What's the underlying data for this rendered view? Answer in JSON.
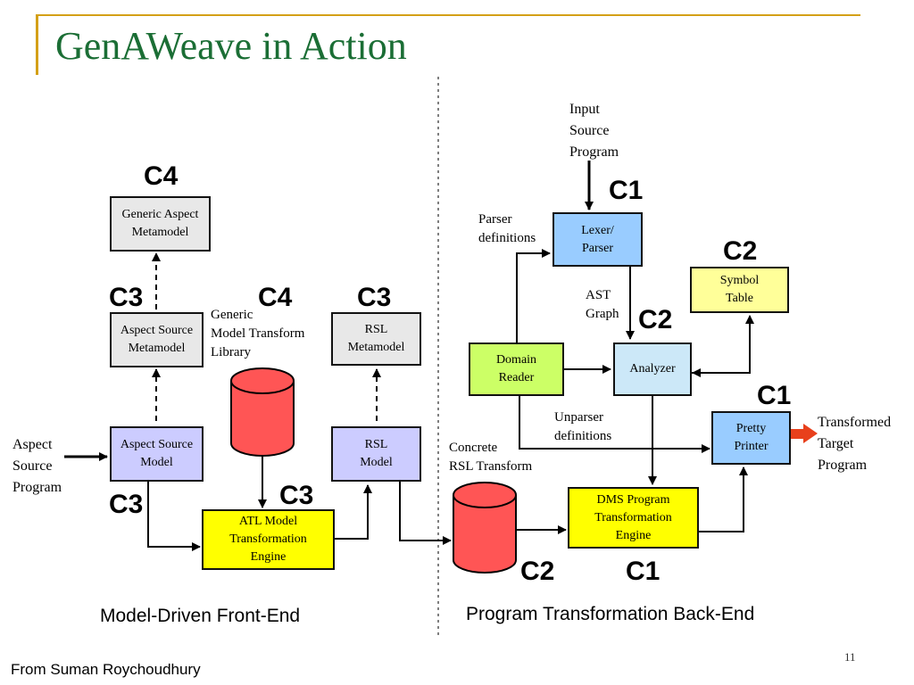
{
  "slide": {
    "title": "GenAWeave in Action",
    "page_number": "11",
    "footer": "From Suman Roychoudhury"
  },
  "sections": {
    "front_end": "Model-Driven Front-End",
    "back_end": "Program Transformation Back-End"
  },
  "boxes": {
    "generic_aspect_metamodel": "Generic Aspect\nMetamodel",
    "aspect_source_metamodel": "Aspect Source\nMetamodel",
    "aspect_source_model": "Aspect Source\nModel",
    "atl_engine": "ATL Model\nTransformation\nEngine",
    "rsl_metamodel": "RSL\nMetamodel",
    "rsl_model": "RSL\nModel",
    "lexer_parser": "Lexer/\nParser",
    "symbol_table": "Symbol\nTable",
    "domain_reader": "Domain\nReader",
    "analyzer": "Analyzer",
    "pretty_printer": "Pretty\nPrinter",
    "dms_engine": "DMS Program\nTransformation\nEngine"
  },
  "labels": {
    "aspect_source_program": "Aspect\nSource\nProgram",
    "generic_model_transform_library": "Generic\nModel Transform\nLibrary",
    "input_source_program": "Input\nSource\nProgram",
    "parser_definitions": "Parser\ndefinitions",
    "ast_graph": "AST\nGraph",
    "unparser_definitions": "Unparser\ndefinitions",
    "concrete_rsl_transform": "Concrete\nRSL Transform",
    "transformed_target_program": "Transformed\nTarget\n Program"
  },
  "c_labels": {
    "c4_top": "C4",
    "c3_left_mid": "C3",
    "c4_mid": "C4",
    "c3_rsl": "C3",
    "c3_left_bottom": "C3",
    "c3_atl": "C3",
    "c1_lexer": "C1",
    "c2_symbol": "C2",
    "c2_analyzer": "C2",
    "c1_printer": "C1",
    "c2_concrete": "C2",
    "c1_dms": "C1"
  },
  "colors": {
    "title_green": "#1b6e35",
    "gold_rule": "#d4a017",
    "gray_box": "#e8e8e8",
    "lavender_box": "#ccccff",
    "yellow_box": "#ffff00",
    "blue_box": "#99ccff",
    "light_blue_box": "#cce8f8",
    "green_box": "#ccff66",
    "light_yellow_box": "#ffff99",
    "cylinder_red": "#ff5555",
    "output_arrow": "#e8401c"
  }
}
